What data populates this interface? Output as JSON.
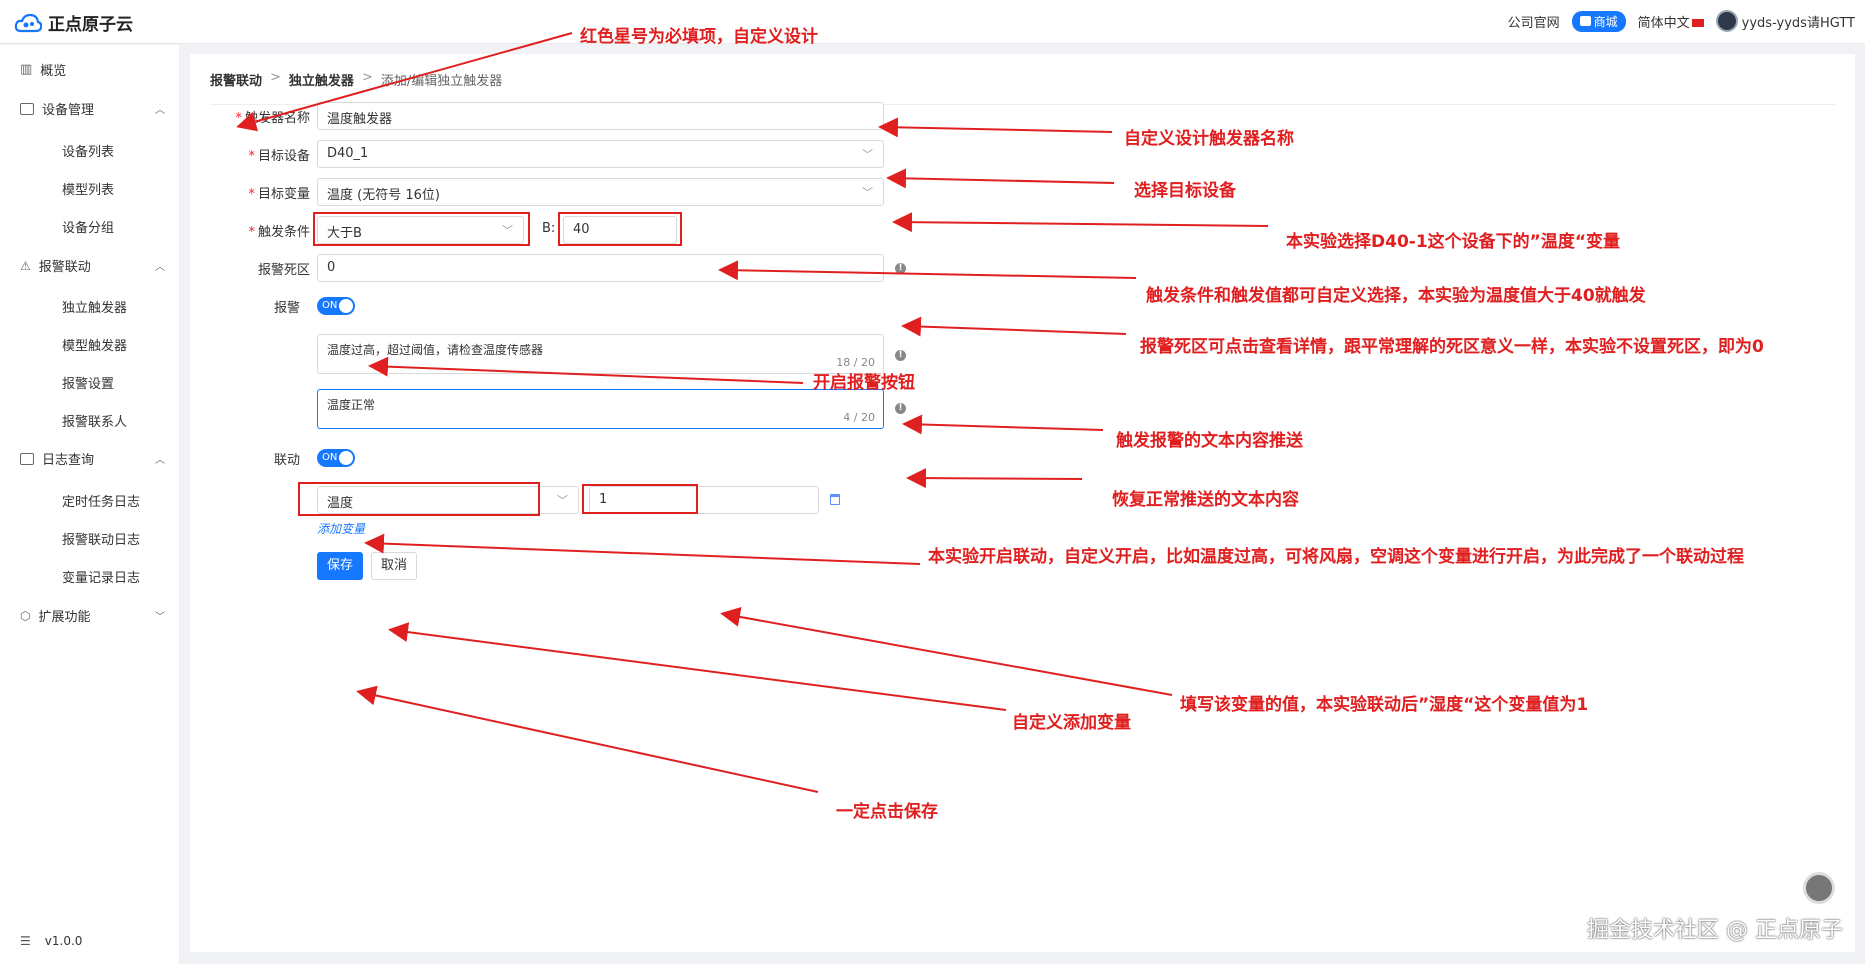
{
  "header": {
    "logo_text": "正点原子云",
    "official_site": "公司官网",
    "shop": "商城",
    "language": "简体中文",
    "username": "yyds-yyds请HGTT"
  },
  "sidebar": {
    "overview": "概览",
    "device_mgmt": "设备管理",
    "device_list": "设备列表",
    "model_list": "模型列表",
    "device_group": "设备分组",
    "alarm_link": "报警联动",
    "standalone_trigger": "独立触发器",
    "model_trigger": "模型触发器",
    "alarm_settings": "报警设置",
    "alarm_contacts": "报警联系人",
    "log_query": "日志查询",
    "scheduled_task_log": "定时任务日志",
    "alarm_link_log": "报警联动日志",
    "variable_record_log": "变量记录日志",
    "extensions": "扩展功能",
    "version": "v1.0.0"
  },
  "breadcrumb": {
    "level1": "报警联动",
    "level2": "独立触发器",
    "current": "添加/编辑独立触发器",
    "separator": ">"
  },
  "form": {
    "trigger_name_label": "触发器名称",
    "trigger_name_value": "温度触发器",
    "target_device_label": "目标设备",
    "target_device_value": "D40_1",
    "target_variable_label": "目标变量",
    "target_variable_value": "温度 (无符号 16位)",
    "condition_label": "触发条件",
    "condition_value": "大于B",
    "b_label": "B:",
    "b_value": "40",
    "deadband_label": "报警死区",
    "deadband_value": "0",
    "alarm_label": "报警",
    "alarm_toggle": "ON",
    "alarm_text": "温度过高，超过阈值，请检查温度传感器",
    "alarm_text_count": "18 / 20",
    "recover_text": "温度正常",
    "recover_text_count": "4 / 20",
    "link_label": "联动",
    "link_toggle": "ON",
    "link_variable": "温度",
    "link_value": "1",
    "add_variable": "添加变量",
    "save": "保存",
    "cancel": "取消"
  },
  "annotations": {
    "a1": "红色星号为必填项，自定义设计",
    "a2": "自定义设计触发器名称",
    "a3": "选择目标设备",
    "a4": "本实验选择D40-1这个设备下的”温度“变量",
    "a5": "触发条件和触发值都可自定义选择，本实验为温度值大于40就触发",
    "a6": "报警死区可点击查看详情，跟平常理解的死区意义一样，本实验不设置死区，即为0",
    "a7": "开启报警按钮",
    "a8": "触发报警的文本内容推送",
    "a9": "恢复正常推送的文本内容",
    "a10": "本实验开启联动，自定义开启，比如温度过高，可将风扇，空调这个变量进行开启，为此完成了一个联动过程",
    "a11": "填写该变量的值，本实验联动后”湿度“这个变量值为1",
    "a12": "自定义添加变量",
    "a13": "一定点击保存"
  },
  "watermark": "掘金技术社区 @ 正点原子",
  "colors": {
    "accent": "#1677ff",
    "annotation": "#e02020",
    "required": "#f5222d"
  }
}
